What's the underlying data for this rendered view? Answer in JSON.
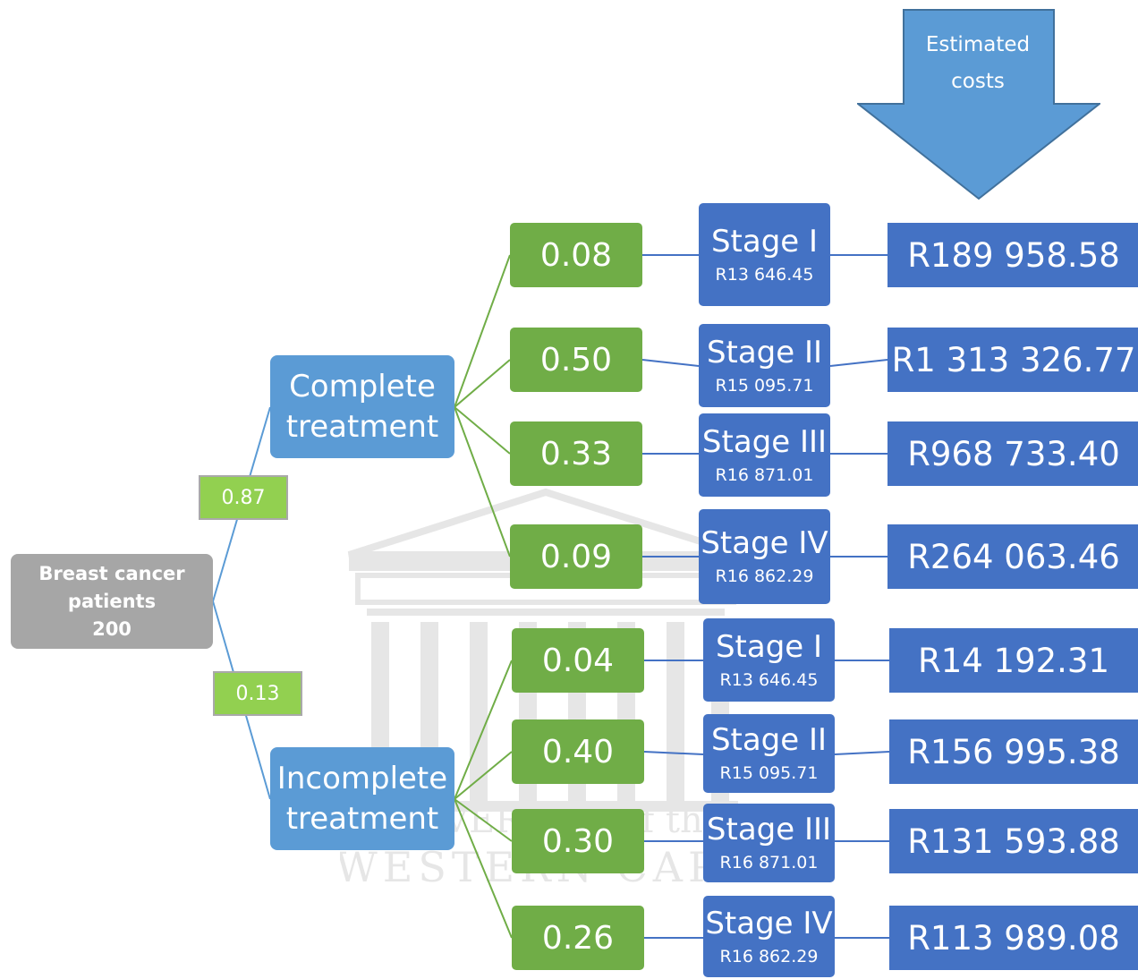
{
  "header": {
    "arrow_label": "Estimated costs"
  },
  "root": {
    "label": "Breast cancer patients",
    "count": "200"
  },
  "branches": [
    {
      "label": "Complete treatment",
      "probability": "0.87",
      "stages": [
        {
          "probability": "0.08",
          "stage": "Stage I",
          "stage_cost": "R13 646.45",
          "estimated_cost": "R189 958.58"
        },
        {
          "probability": "0.50",
          "stage": "Stage II",
          "stage_cost": "R15 095.71",
          "estimated_cost": "R1 313 326.77"
        },
        {
          "probability": "0.33",
          "stage": "Stage III",
          "stage_cost": "R16 871.01",
          "estimated_cost": "R968 733.40"
        },
        {
          "probability": "0.09",
          "stage": "Stage IV",
          "stage_cost": "R16 862.29",
          "estimated_cost": "R264 063.46"
        }
      ]
    },
    {
      "label": "Incomplete treatment",
      "probability": "0.13",
      "stages": [
        {
          "probability": "0.04",
          "stage": "Stage I",
          "stage_cost": "R13 646.45",
          "estimated_cost": "R14 192.31"
        },
        {
          "probability": "0.40",
          "stage": "Stage II",
          "stage_cost": "R15 095.71",
          "estimated_cost": "R156 995.38"
        },
        {
          "probability": "0.30",
          "stage": "Stage III",
          "stage_cost": "R16 871.01",
          "estimated_cost": "R131 593.88"
        },
        {
          "probability": "0.26",
          "stage": "Stage IV",
          "stage_cost": "R16 862.29",
          "estimated_cost": "R113 989.08"
        }
      ]
    }
  ],
  "watermark": {
    "line1": "UNIVERSITY of the",
    "line2": "WESTERN CAPE"
  },
  "colors": {
    "root": "#a6a6a6",
    "treatment": "#5b9bd5",
    "branch_probability": "#92d050",
    "stage_probability": "#70ad47",
    "stage": "#4472c4",
    "estimated_cost": "#4472c4",
    "arrow": "#5b9bd5"
  }
}
